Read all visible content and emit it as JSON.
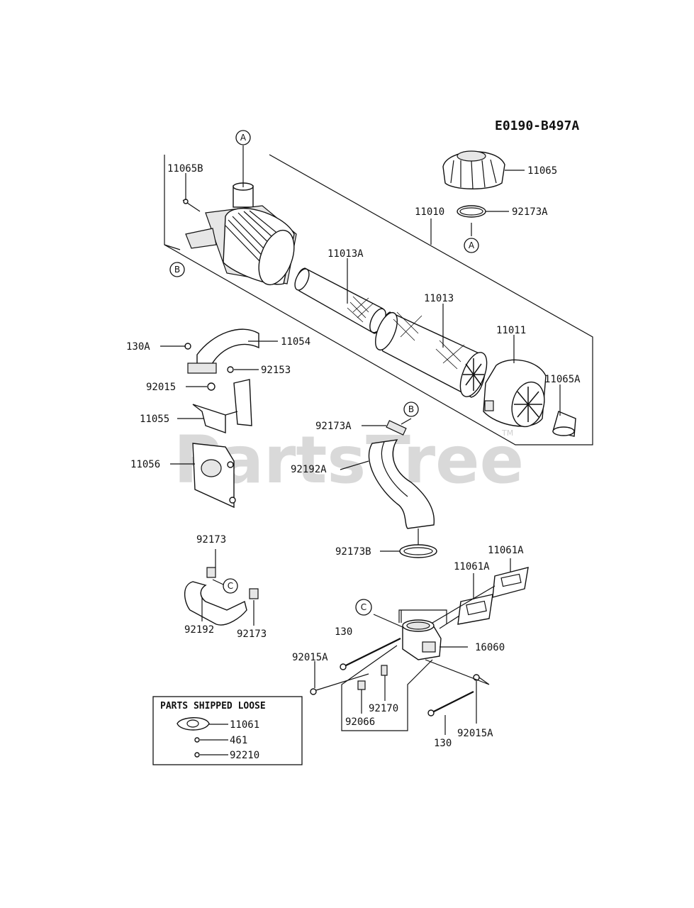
{
  "diagram_code": "E0190-B497A",
  "watermark": "PartsTree",
  "watermark_tm": "TM",
  "callouts": {
    "a_top": "A",
    "a_right": "A",
    "b_left": "B",
    "b_hose": "B",
    "c_small": "C",
    "c_main": "C"
  },
  "labels": {
    "p11065B": "11065B",
    "p11065": "11065",
    "p92173A_top": "92173A",
    "p11010": "11010",
    "p11013A": "11013A",
    "p11013": "11013",
    "p11011": "11011",
    "p11065A": "11065A",
    "p130A": "130A",
    "p11054": "11054",
    "p92153": "92153",
    "p92015": "92015",
    "p11055": "11055",
    "p11056": "11056",
    "p92173A_mid": "92173A",
    "p92192A": "92192A",
    "p92173B": "92173B",
    "p11061A_right": "11061A",
    "p11061A_left": "11061A",
    "p92173_top": "92173",
    "p92192": "92192",
    "p92173_bot": "92173",
    "p130_top": "130",
    "p16060": "16060",
    "p92015A_left": "92015A",
    "p92170": "92170",
    "p92066": "92066",
    "p130_bot": "130",
    "p92015A_right": "92015A"
  },
  "loose_parts": {
    "title": "PARTS SHIPPED LOOSE",
    "items": [
      "11061",
      "461",
      "92210"
    ]
  }
}
